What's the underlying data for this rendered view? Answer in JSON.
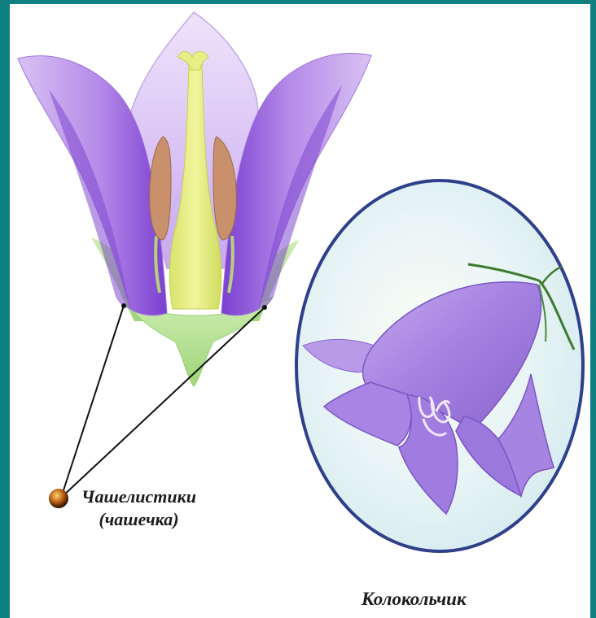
{
  "labels": {
    "sepals_line1": "Чашелистики",
    "sepals_line2": "(чашечка)",
    "bellflower": "Колокольчик"
  },
  "colors": {
    "frame": "#0f7f82",
    "petal": "#b18ae6",
    "sepal": "#a9dc84",
    "pistil": "#e4ec7a",
    "stamen": "#c98f6b",
    "oval_border": "#2e3f8c"
  }
}
